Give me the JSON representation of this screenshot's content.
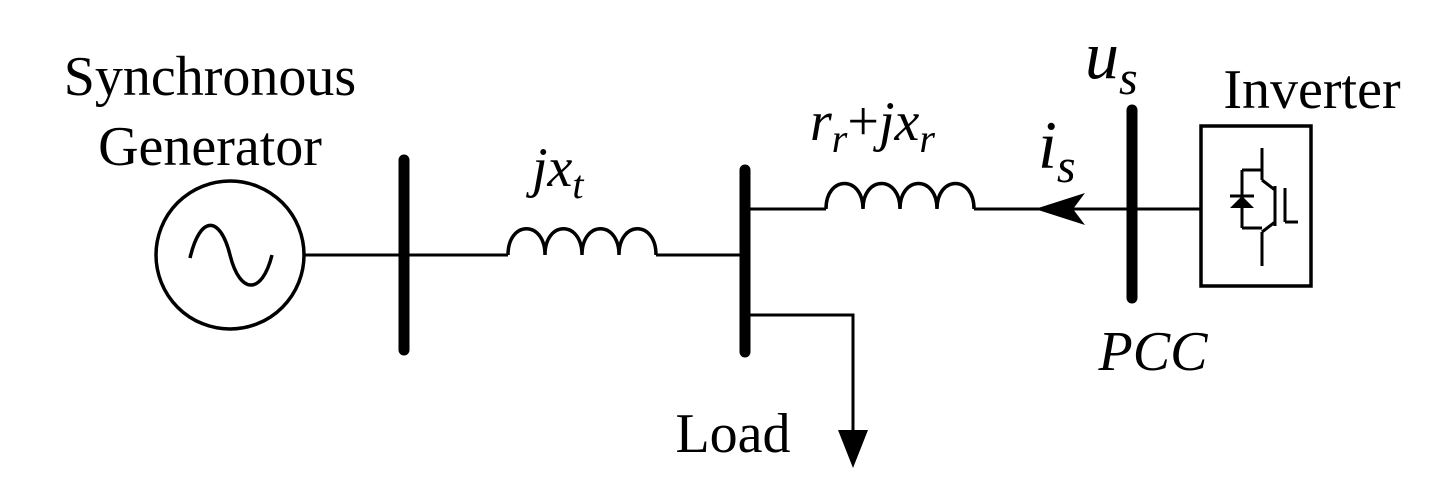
{
  "labels": {
    "generator_line1": "Synchronous",
    "generator_line2": "Generator",
    "inverter": "Inverter",
    "load": "Load",
    "pcc": "PCC",
    "jxt_j": "jx",
    "jxt_sub": "t",
    "rr_r": "r",
    "rr_sub": "r",
    "rr_plus": "+",
    "rr_jx": "jx",
    "rr_sub2": "r",
    "us_u": "u",
    "us_sub": "s",
    "is_i": "i",
    "is_sub": "s"
  },
  "colors": {
    "line": "#000000",
    "background": "#ffffff"
  },
  "icons": {
    "generator": "ac-source-icon",
    "inverter": "igbt-switch-icon",
    "load": "load-arrow-icon"
  }
}
